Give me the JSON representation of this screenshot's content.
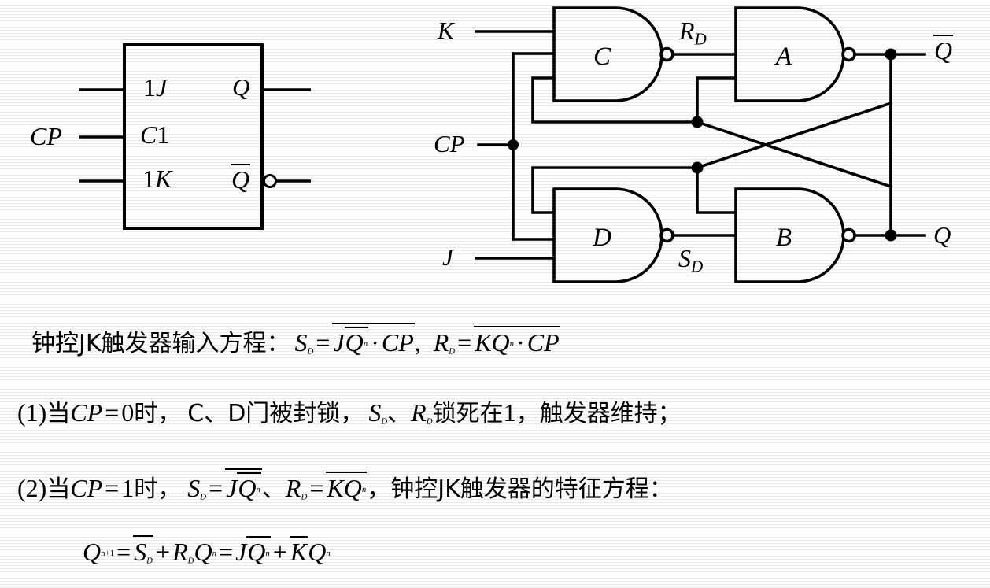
{
  "figure": {
    "symbol_block": {
      "title": "clocked-jk-flip-flop-symbol",
      "input_labels": [
        "1J",
        "C1",
        "1K"
      ],
      "output_labels": [
        "Q",
        "Q"
      ],
      "q_bar_overline": true,
      "external_left_label": "CP"
    },
    "gate_circuit": {
      "gates": [
        {
          "name": "C",
          "label": "C",
          "inputs": 3,
          "inverted_output": true
        },
        {
          "name": "A",
          "label": "A",
          "inputs": 2,
          "inverted_output": true
        },
        {
          "name": "D",
          "label": "D",
          "inputs": 3,
          "inverted_output": true
        },
        {
          "name": "B",
          "label": "B",
          "inputs": 2,
          "inverted_output": true
        }
      ],
      "input_labels": {
        "k": "K",
        "cp": "CP",
        "j": "J"
      },
      "internal_labels": {
        "rd": "R",
        "rd_sub": "D",
        "sd": "S",
        "sd_sub": "D"
      },
      "output_labels": {
        "qbar": "Q",
        "qbar_overline": true,
        "q": "Q"
      }
    }
  },
  "text": {
    "line1": {
      "lead": "钟控JK触发器输入方程：",
      "eq1": {
        "lhs": "S",
        "lhs_sub": "D",
        "eq": "=",
        "inner": "J",
        "inner_q": "Q",
        "inner_sup": "n",
        "dot": "·",
        "cp": "CP",
        "outer_overline": true,
        "inner_overline": true
      },
      "comma": ",",
      "eq2": {
        "lhs": "R",
        "lhs_sub": "D",
        "eq": "=",
        "k": "K",
        "q": "Q",
        "sup": "n",
        "dot": "·",
        "cp": "CP",
        "outer_overline": true
      }
    },
    "line2": {
      "num": "(1)",
      "t1": "当",
      "cp": "CP",
      "eq": "=",
      "val": "0",
      "t2": "时，",
      "t3": "C、D门被封锁，",
      "sd": "S",
      "sd_sub": "D",
      "sep": "、",
      "rd": "R",
      "rd_sub": "D",
      "t4": "锁死在",
      "one": "1",
      "t5": "，触发器维持；"
    },
    "line3": {
      "num": "(2)",
      "t1": "当",
      "cp": "CP",
      "eq": "=",
      "val": "1",
      "t2": "时，",
      "sd": "S",
      "sd_sub": "D",
      "eq2": "=",
      "j": "J",
      "q": "Q",
      "sup": "n",
      "sep": "、",
      "rd": "R",
      "rd_sub": "D",
      "eq3": "=",
      "k": "K",
      "q2": "Q",
      "sup2": "n",
      "t3": "，钟控JK触发器的特征方程："
    },
    "line4": {
      "q": "Q",
      "q_sup": "n+1",
      "eq": "=",
      "sd": "S",
      "sd_sub": "D",
      "plus": "+",
      "rd": "R",
      "rd_sub": "D",
      "rq": "Q",
      "rq_sup": "n",
      "eq2": "=",
      "j": "J",
      "jq": "Q",
      "jq_sup": "n",
      "plus2": "+",
      "k": "K",
      "kq": "Q",
      "kq_sup": "n"
    }
  },
  "colors": {
    "ink": "#000000",
    "background": "#ffffff"
  }
}
